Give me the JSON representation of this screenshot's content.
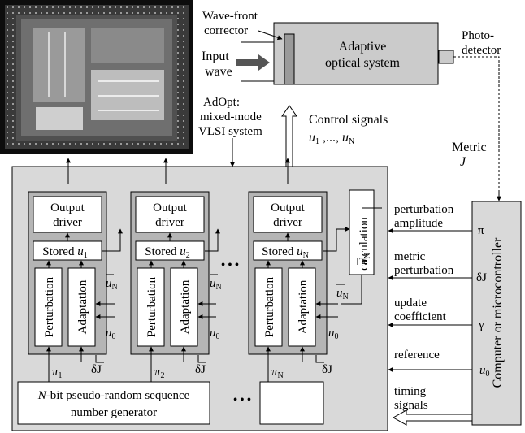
{
  "wavefront": {
    "line1": "Wave-front",
    "line2": "corrector"
  },
  "input_wave": {
    "line1": "Input",
    "line2": "wave"
  },
  "adaptive_system": {
    "line1": "Adaptive",
    "line2": "optical system"
  },
  "photodetector": {
    "line1": "Photo-",
    "line2": "detector"
  },
  "adopt": {
    "line1": "AdOpt:",
    "line2": "mixed-mode",
    "line3": "VLSI system"
  },
  "control": {
    "title": "Control signals",
    "u_var": "u",
    "u_sub1": "1",
    "mid": " ,..., ",
    "u_subN": "N"
  },
  "metric": {
    "label": "Metric",
    "var": "J"
  },
  "channels": [
    {
      "output": {
        "line1": "Output",
        "line2": "driver"
      },
      "stored_label": "Stored ",
      "stored_var": "u",
      "stored_sub": "1",
      "perturbation": "Perturbation",
      "adaptation": "Adaptation",
      "pi_var": "π",
      "pi_sub": "1",
      "delta": "δJ",
      "u0_var": "u",
      "u0_sub": "0",
      "ubar_var": "u",
      "ubar_sub": "N"
    },
    {
      "output": {
        "line1": "Output",
        "line2": "driver"
      },
      "stored_label": "Stored ",
      "stored_var": "u",
      "stored_sub": "2",
      "perturbation": "Perturbation",
      "adaptation": "Adaptation",
      "pi_var": "π",
      "pi_sub": "2",
      "delta": "δJ",
      "u0_var": "u",
      "u0_sub": "0",
      "ubar_var": "u",
      "ubar_sub": "N"
    },
    {
      "output": {
        "line1": "Output",
        "line2": "driver"
      },
      "stored_label": "Stored ",
      "stored_var": "u",
      "stored_sub": "N",
      "perturbation": "Perturbation",
      "adaptation": "Adaptation",
      "pi_var": "π",
      "pi_sub": "N",
      "delta": "δJ",
      "u0_var": "u",
      "u0_sub": "0",
      "ubar_var": "u",
      "ubar_sub": "N"
    }
  ],
  "calc": {
    "var": "u",
    "sub": "N",
    "word": "calculation"
  },
  "ellipsis": "• • •",
  "prng": {
    "line1_var": "N",
    "line1_rest": "-bit pseudo-random sequence",
    "line2": "number generator"
  },
  "signals": [
    {
      "line1": "perturbation",
      "line2": "amplitude",
      "symbol": "π",
      "sym_sub": ""
    },
    {
      "line1": "metric",
      "line2": "perturbation",
      "symbol": "δJ",
      "sym_sub": ""
    },
    {
      "line1": "update",
      "line2": "coefficient",
      "symbol": "γ",
      "sym_sub": ""
    },
    {
      "line1": "reference",
      "line2": "",
      "symbol": "u",
      "sym_sub": "0"
    },
    {
      "line1": "timing",
      "line2": "signals",
      "symbol": "",
      "sym_sub": ""
    }
  ],
  "computer": "Computer or microcontroller"
}
